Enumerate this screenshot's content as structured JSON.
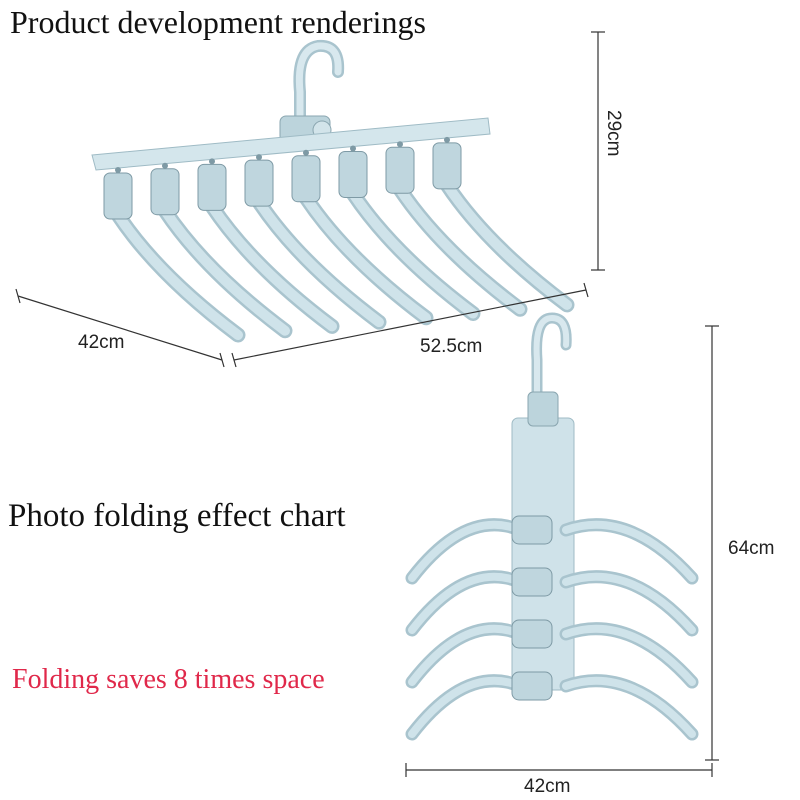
{
  "captions": {
    "top_title": "Product development renderings",
    "mid_title": "Photo folding effect chart",
    "tagline": "Folding saves 8 times space"
  },
  "dimensions": {
    "open_depth": "42cm",
    "open_width": "52.5cm",
    "open_height": "29cm",
    "folded_height": "64cm",
    "folded_width": "42cm"
  },
  "colors": {
    "hanger": "#cfe3ea",
    "hanger_shade": "#a9c4ce",
    "hanger_dark": "#7e9aa5",
    "tagline": "#e0284a",
    "dimension_line": "#333333"
  }
}
